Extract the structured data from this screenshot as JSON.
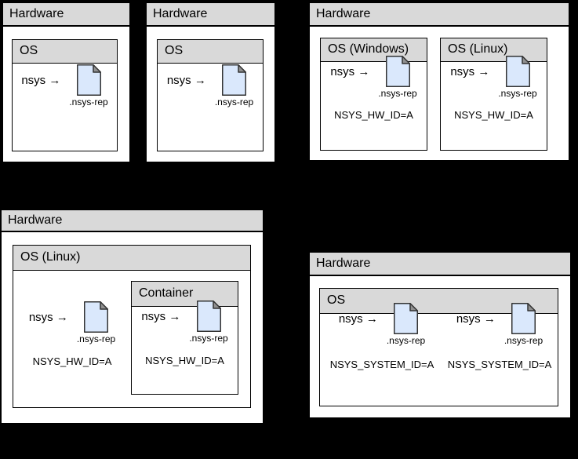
{
  "colors": {
    "background": "#000000",
    "box_fill": "#ffffff",
    "header_fill": "#d9d9d9",
    "border": "#000000",
    "file_fill": "#dae8fc",
    "file_fold": "#909090"
  },
  "shared": {
    "nsys_arrow": "nsys →",
    "report_file": ".nsys-rep"
  },
  "figure1": {
    "hardware": "Hardware",
    "os": "OS"
  },
  "figure2": {
    "hardware": "Hardware",
    "os": "OS"
  },
  "figure3": {
    "hardware": "Hardware",
    "os_windows": "OS (Windows)",
    "os_linux": "OS (Linux)",
    "env_windows": "NSYS_HW_ID=A",
    "env_linux": "NSYS_HW_ID=A"
  },
  "figure4": {
    "hardware": "Hardware",
    "os": "OS (Linux)",
    "container": "Container",
    "env_host": "NSYS_HW_ID=A",
    "env_container": "NSYS_HW_ID=A"
  },
  "figure5": {
    "hardware": "Hardware",
    "os": "OS",
    "env_left": "NSYS_SYSTEM_ID=A",
    "env_right": "NSYS_SYSTEM_ID=A"
  }
}
